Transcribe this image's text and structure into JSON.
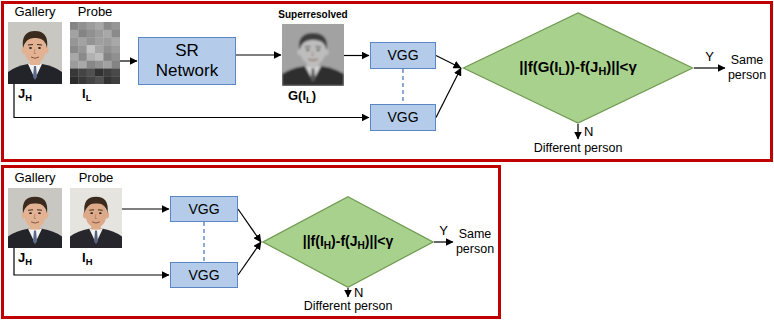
{
  "diagram": {
    "nodes": [
      {
        "text": [
          "Gallery",
          "JH"
        ]
      },
      {
        "text": [
          "Probe",
          "IL"
        ]
      },
      {
        "text": [
          "SR Network"
        ]
      },
      {
        "text": [
          "Superresolved",
          "G(IL)"
        ]
      },
      {
        "text": [
          "VGG"
        ]
      },
      {
        "text": [
          "VGG"
        ]
      },
      {
        "text": [
          "||f(G(IL))-f(JH)||<γ"
        ]
      },
      {
        "text": [
          "Same person"
        ]
      },
      {
        "text": [
          "Different person"
        ]
      },
      {
        "text": [
          "Gallery",
          "JH"
        ]
      },
      {
        "text": [
          "Probe",
          "IH"
        ]
      },
      {
        "text": [
          "VGG"
        ]
      },
      {
        "text": [
          "VGG"
        ]
      },
      {
        "text": [
          "||f(IH)-f(JH)||<γ"
        ]
      },
      {
        "text": [
          "Same person"
        ]
      },
      {
        "text": [
          "Different person"
        ]
      }
    ],
    "edges": [
      {
        "from": 1,
        "to": 2,
        "arrow": "to"
      },
      {
        "from": 2,
        "to": 3,
        "arrow": "to"
      },
      {
        "from": 3,
        "to": 4,
        "arrow": "to"
      },
      {
        "from": 0,
        "to": 5,
        "arrow": "to"
      },
      {
        "from": 4,
        "to": 5,
        "arrow": "none"
      },
      {
        "from": 4,
        "to": 6,
        "arrow": "to"
      },
      {
        "from": 5,
        "to": 6,
        "arrow": "to"
      },
      {
        "from": 6,
        "to": 7,
        "label": "Y",
        "arrow": "to"
      },
      {
        "from": 6,
        "to": 8,
        "label": "N",
        "arrow": "to"
      },
      {
        "from": 10,
        "to": 11,
        "arrow": "to"
      },
      {
        "from": 9,
        "to": 12,
        "arrow": "to"
      },
      {
        "from": 11,
        "to": 12,
        "arrow": "none"
      },
      {
        "from": 11,
        "to": 13,
        "arrow": "to"
      },
      {
        "from": 12,
        "to": 13,
        "arrow": "to"
      },
      {
        "from": 13,
        "to": 14,
        "label": "Y",
        "arrow": "to"
      },
      {
        "from": 13,
        "to": 15,
        "label": "N",
        "arrow": "to"
      }
    ]
  }
}
